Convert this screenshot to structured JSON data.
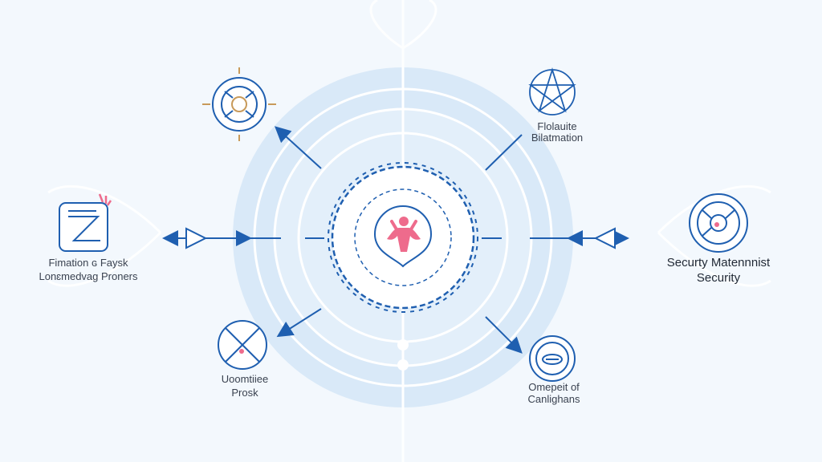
{
  "colors": {
    "primary": "#1f5fb0",
    "accent": "#ee6b8c",
    "disc": "#d9e9f8",
    "background": "#f3f8fd"
  },
  "center": {
    "icon": "person-pin-icon"
  },
  "nodes": [
    {
      "id": "top-left",
      "icon": "compass-gear-icon",
      "lines": []
    },
    {
      "id": "top-right",
      "icon": "star-network-icon",
      "lines": [
        "Flolauite",
        "Bilatmation"
      ]
    },
    {
      "id": "left",
      "icon": "z-framework-icon",
      "lines": [
        "Fimation ɢ Faysk",
        "Lonɛmedvag Proners"
      ]
    },
    {
      "id": "right",
      "icon": "shield-target-icon",
      "lines": [
        "Securty Matennnist",
        "Security"
      ]
    },
    {
      "id": "bottom-left",
      "icon": "crossed-circle-icon",
      "lines": [
        "Uoomtiiee",
        "Prosk"
      ]
    },
    {
      "id": "bottom-right",
      "icon": "globe-face-icon",
      "lines": [
        "Omepeit of",
        "Canlighans"
      ]
    }
  ]
}
